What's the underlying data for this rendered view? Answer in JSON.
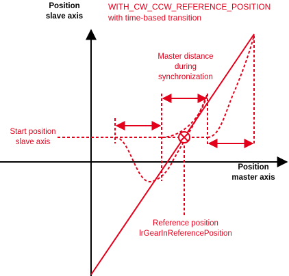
{
  "labels": {
    "title_line1": "WITH_CW_CCW_REFERENCE_POSITION",
    "title_line2": "with time-based transition",
    "slave_axis_line1": "Position",
    "slave_axis_line2": "slave axis",
    "master_axis_line1": "Position",
    "master_axis_line2": "master axis",
    "master_distance_line1": "Master distance",
    "master_distance_line2": "during",
    "master_distance_line3": "synchronization",
    "start_position_line1": "Start position",
    "start_position_line2": "slave axis",
    "reference_line1": "Reference position",
    "reference_line2": "lrGearInReferencePosition"
  },
  "colors": {
    "axis": "#000000",
    "annotation": "#e3001b"
  }
}
